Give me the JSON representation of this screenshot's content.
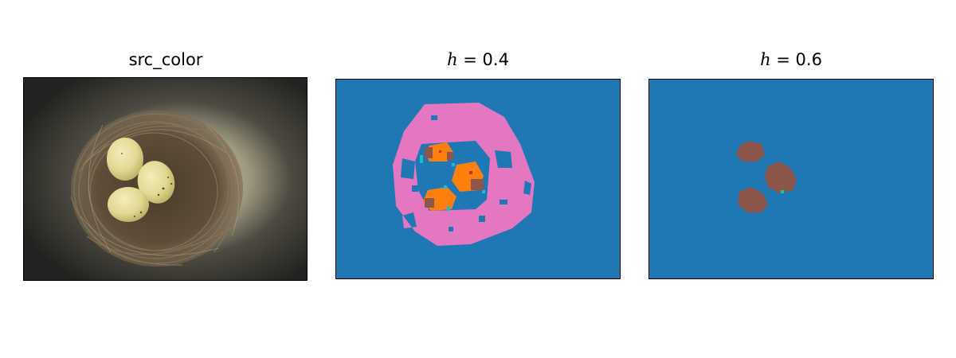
{
  "panels": [
    {
      "title": "src_color"
    },
    {
      "title_var": "h",
      "title_rest": " = 0.4"
    },
    {
      "title_var": "h",
      "title_rest": " = 0.6"
    }
  ],
  "colors": {
    "background_label": "#1f77b4",
    "nest_label": "#e377c2",
    "egg_label": "#ff7f0e",
    "egg_shadow_label": "#8c564b",
    "edge_label": "#17becf",
    "speck_label": "#d62728",
    "photo_vignette": "#242320",
    "nest_brown": "#6a5a46",
    "egg_yellow": "#e3dc98"
  }
}
